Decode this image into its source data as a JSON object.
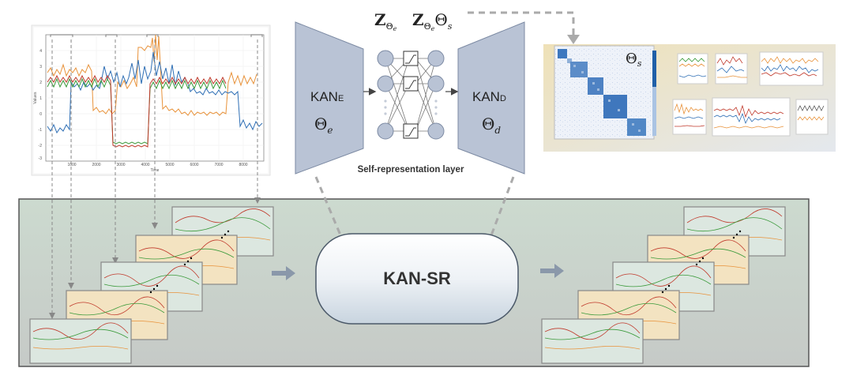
{
  "timeseries_plot": {
    "y_ticks": [
      "4",
      "3",
      "2",
      "1",
      "0",
      "-1",
      "-2",
      "-3"
    ],
    "x_ticks": [
      "1000",
      "2000",
      "3000",
      "4000",
      "5000",
      "6000",
      "7000",
      "8000"
    ],
    "y_axis_label": "Values",
    "x_axis_label": "Time",
    "series_colors": [
      "#2f6fb5",
      "#e8923a",
      "#3a9a3a",
      "#c0392b"
    ]
  },
  "encoder": {
    "label_main": "KAN",
    "label_sub": "E",
    "param_main": "Θ",
    "param_sub": "e"
  },
  "decoder": {
    "label_main": "KAN",
    "label_sub": "D",
    "param_main": "Θ",
    "param_sub": "d"
  },
  "latent_formula": {
    "z1_main": "Z",
    "z1_sub_main": "Θ",
    "z1_sub_sub": "e",
    "z2_main": "Z",
    "z2_sub_main": "Θ",
    "z2_sub_sub": "e",
    "z2_suffix_main": "Θ",
    "z2_suffix_sub": "s"
  },
  "self_representation_label": "Self-representation layer",
  "affinity": {
    "label_main": "Θ",
    "label_sub": "s"
  },
  "center_block": {
    "label": "KAN-SR"
  },
  "colors": {
    "kan_fill": "#b9c3d5",
    "panel_fill_top": "#ccdacf",
    "panel_fill_bottom": "#c4c8c6",
    "window_green": "#dce7e0",
    "window_orange": "#f3e3c1",
    "matrix_blue": "#1f5fa8"
  }
}
